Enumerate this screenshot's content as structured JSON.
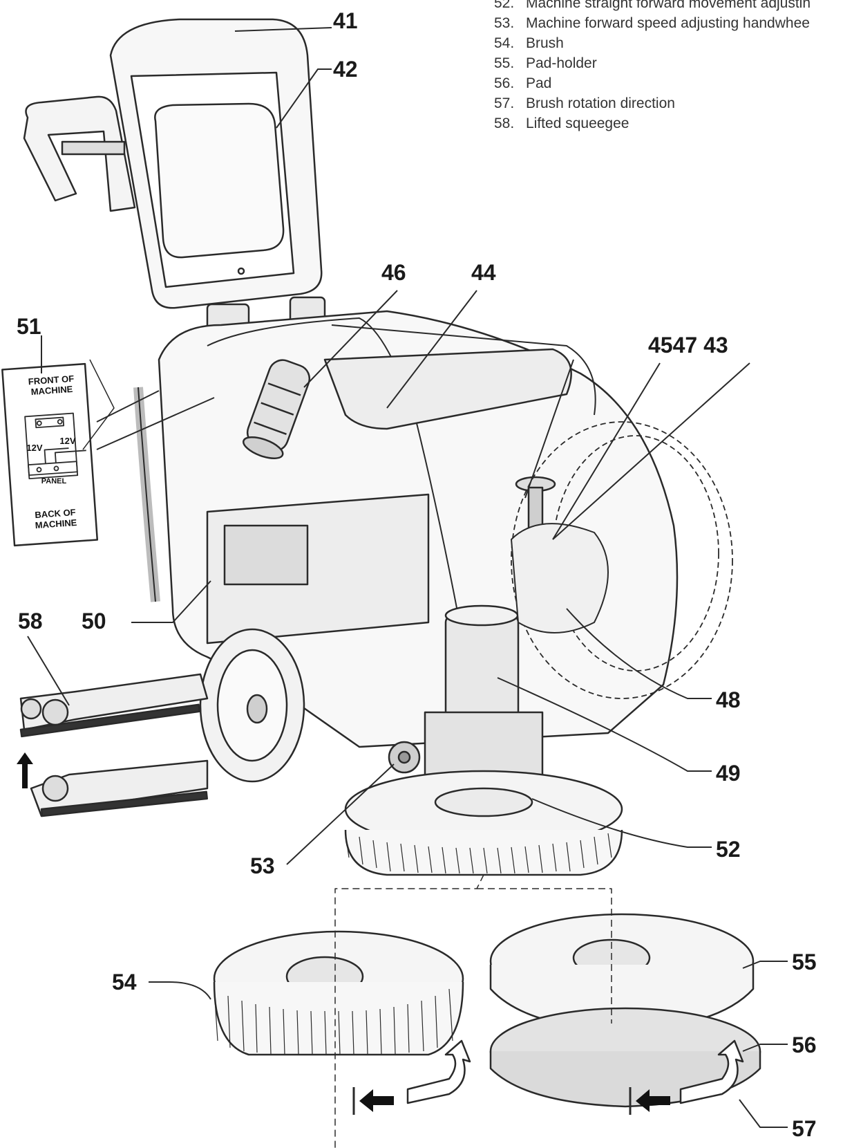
{
  "legend": [
    {
      "num": "52.",
      "text": "Machine straight forward movement adjustin"
    },
    {
      "num": "53.",
      "text": "Machine forward speed adjusting handwhee"
    },
    {
      "num": "54.",
      "text": "Brush"
    },
    {
      "num": "55.",
      "text": "Pad-holder"
    },
    {
      "num": "56.",
      "text": "Pad"
    },
    {
      "num": "57.",
      "text": "Brush rotation direction"
    },
    {
      "num": "58.",
      "text": "Lifted squeegee"
    }
  ],
  "callouts": {
    "c41": "41",
    "c42": "42",
    "c46": "46",
    "c44": "44",
    "c51": "51",
    "c4547_43": "4547 43",
    "c58": "58",
    "c50": "50",
    "c48": "48",
    "c49": "49",
    "c52": "52",
    "c53": "53",
    "c54": "54",
    "c55": "55",
    "c56": "56",
    "c57": "57"
  },
  "panel": {
    "front": "FRONT OF MACHINE",
    "back": "BACK OF MACHINE",
    "v1": "12V",
    "v2": "12V",
    "label": "PANEL"
  }
}
